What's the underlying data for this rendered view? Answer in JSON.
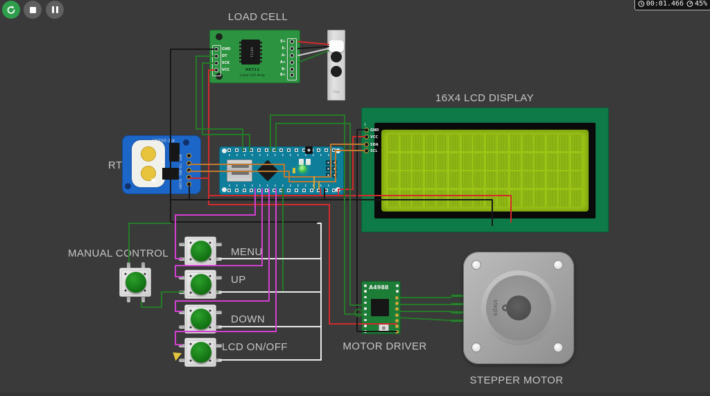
{
  "toolbar": {
    "timer": "00:01.466",
    "speed": "45%",
    "restart_icon": "restart",
    "stop_icon": "stop",
    "pause_icon": "pause",
    "clock_icon": "clock",
    "gauge_icon": "speed-gauge"
  },
  "labels": {
    "load_cell": "LOAD CELL",
    "lcd_display": "16X4 LCD DISPLAY",
    "rtc": "RTC",
    "manual_control": "MANUAL CONTROL",
    "menu": "MENU",
    "up": "UP",
    "down": "DOWN",
    "lcd_onoff": "LCD ON/OFF",
    "motor_driver": "MOTOR DRIVER",
    "stepper_motor": "STEPPER MOTOR"
  },
  "hx711": {
    "chip_label": "HX711",
    "board_name": "HX711",
    "board_subtitle": "Load Cell Amp",
    "left_pins": [
      "GND",
      "DT",
      "SCK",
      "VCC"
    ],
    "right_pins": [
      "E+",
      "E-",
      "A-",
      "A+",
      "B-",
      "B+"
    ]
  },
  "load_cell_sensor": {
    "capacity": "5kg"
  },
  "rtc_module": {
    "board_text": "RTC DS1307",
    "pins": [
      "SQW",
      "SCL",
      "SDA",
      "5V",
      "GND"
    ]
  },
  "lcd_module": {
    "pin_index": "1",
    "pins": [
      "GND",
      "VCC",
      "SDA",
      "SCL"
    ]
  },
  "motor_driver": {
    "chip_label": "A4988"
  },
  "stepper": {
    "steps_value": "0",
    "steps_unit": "steps"
  },
  "colors": {
    "background": "#3a3a3a",
    "wire_red": "#d42a2a",
    "wire_green": "#257a28",
    "wire_black": "#181818",
    "wire_white": "#ececec",
    "wire_magenta": "#d33fd3",
    "wire_orange": "#c07a30",
    "wire_gold": "#d2a43c",
    "button_green": "#1e8f1e",
    "toolbar_green": "#2e9e4d",
    "pcb_green": "#2c9440",
    "pcb_teal": "#0f7e9b",
    "pcb_blue": "#1c66c8",
    "lcd_screen": "#9cc416"
  }
}
